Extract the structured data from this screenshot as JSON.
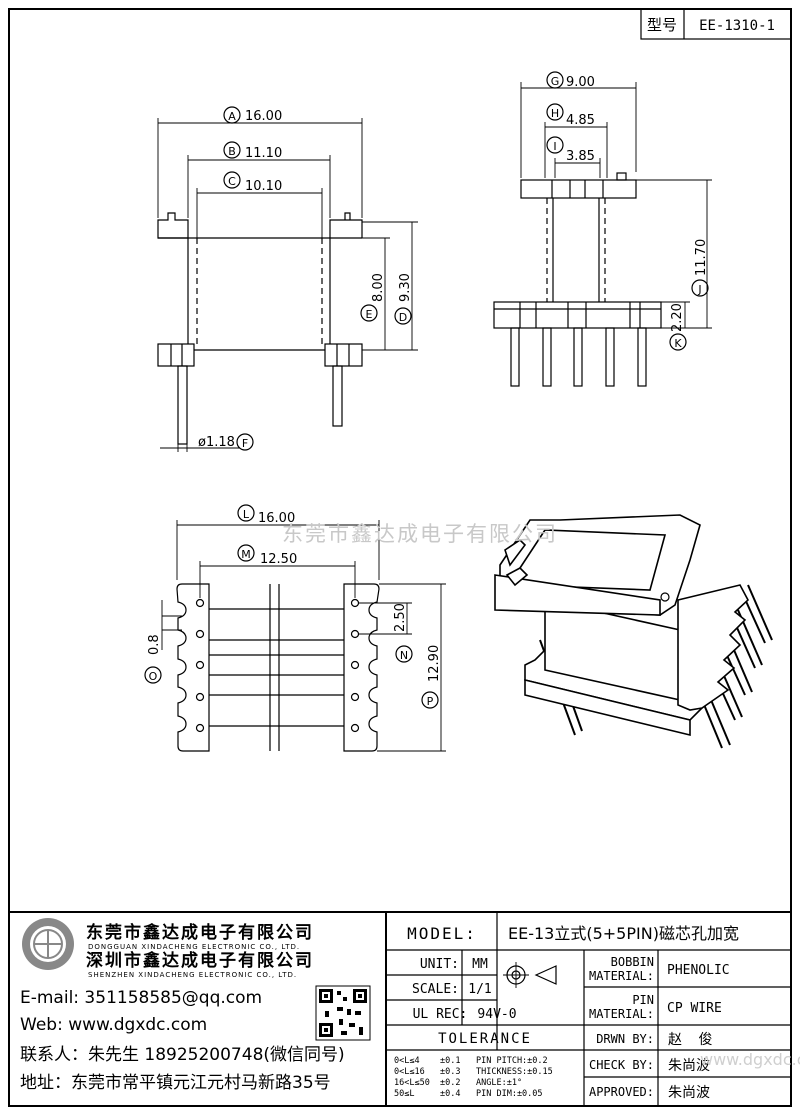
{
  "header": {
    "label": "型号",
    "value": "EE-1310-1"
  },
  "dimensions": {
    "A": "16.00",
    "B": "11.10",
    "C": "10.10",
    "D": "9.30",
    "E": "8.00",
    "F": "ø1.18",
    "G": "9.00",
    "H": "4.85",
    "I": "3.85",
    "J": "11.70",
    "K": "2.20",
    "L": "16.00",
    "M": "12.50",
    "N": "2.50",
    "O": "0.8",
    "P": "12.90"
  },
  "watermark": "东莞市鑫达成电子有限公司",
  "company": {
    "name_cn": "东莞市鑫达成电子有限公司",
    "name_en": "DONGGUAN XINDACHENG ELECTRONIC CO., LTD.",
    "branch_cn": "深圳市鑫达成电子有限公司",
    "branch_en": "SHENZHEN XINDACHENG ELECTRONIC CO., LTD.",
    "email": "E-mail: 351158585@qq.com",
    "web": "Web: www.dgxdc.com",
    "contact": "联系人：朱先生 18925200748(微信同号)",
    "address": "地址：东莞市常平镇元江元村马新路35号"
  },
  "titleblock": {
    "model_label": "MODEL:",
    "model_value": "EE-13立式(5+5PIN)磁芯孔加宽",
    "unit_label": "UNIT:",
    "unit_value": "MM",
    "scale_label": "SCALE:",
    "scale_value": "1/1",
    "ulrec_label": "UL REC:",
    "ulrec_value": "94V-0",
    "bobbin_label_1": "BOBBIN",
    "bobbin_label_2": "MATERIAL:",
    "bobbin_value": "PHENOLIC",
    "pin_label_1": "PIN",
    "pin_label_2": "MATERIAL:",
    "pin_value": "CP WIRE",
    "tolerance_label": "TOLERANCE",
    "tolerances": [
      {
        "range": "0<L≤4",
        "tol": "±0.1",
        "item": "PIN PITCH:±0.2"
      },
      {
        "range": "0<L≤16",
        "tol": "±0.3",
        "item": "THICKNESS:±0.15"
      },
      {
        "range": "16<L≤50",
        "tol": "±0.2",
        "item": "ANGLE:±1°"
      },
      {
        "range": "50≤L",
        "tol": "±0.4",
        "item": "PIN DIM:±0.05"
      }
    ],
    "drawn_label": "DRWN BY:",
    "drawn_value": "赵 俊",
    "check_label": "CHECK BY:",
    "check_value": "朱尚波",
    "approved_label": "APPROVED:",
    "approved_value": "朱尚波",
    "watermark_small": "www.dgxdc.com"
  }
}
